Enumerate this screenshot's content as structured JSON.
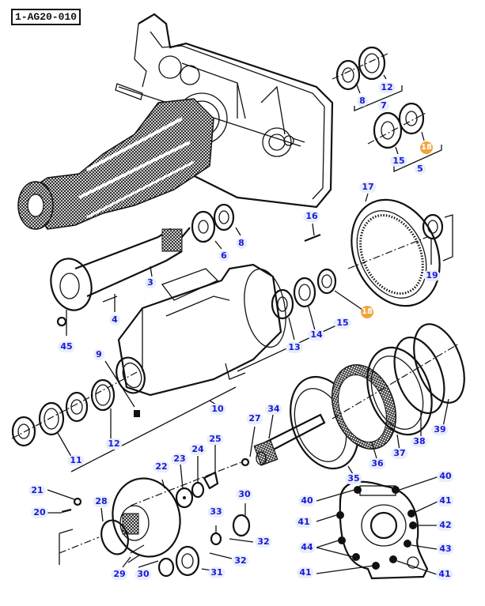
{
  "diagram": {
    "reference_code": "1-AG20-010",
    "accent_color": "#1a1ad6",
    "highlight_color": "#f0a43a",
    "callouts": [
      {
        "id": "c-12a",
        "label": "12",
        "highlight": false
      },
      {
        "id": "c-8a",
        "label": "8",
        "highlight": false
      },
      {
        "id": "c-7",
        "label": "7",
        "highlight": false
      },
      {
        "id": "c-18a",
        "label": "18",
        "highlight": true
      },
      {
        "id": "c-15a",
        "label": "15",
        "highlight": false
      },
      {
        "id": "c-5",
        "label": "5",
        "highlight": false
      },
      {
        "id": "c-17",
        "label": "17",
        "highlight": false
      },
      {
        "id": "c-16",
        "label": "16",
        "highlight": false
      },
      {
        "id": "c-19",
        "label": "19",
        "highlight": false
      },
      {
        "id": "c-8b",
        "label": "8",
        "highlight": false
      },
      {
        "id": "c-6",
        "label": "6",
        "highlight": false
      },
      {
        "id": "c-3",
        "label": "3",
        "highlight": false
      },
      {
        "id": "c-4",
        "label": "4",
        "highlight": false
      },
      {
        "id": "c-45",
        "label": "45",
        "highlight": false
      },
      {
        "id": "c-18b",
        "label": "18",
        "highlight": true
      },
      {
        "id": "c-15b",
        "label": "15",
        "highlight": false
      },
      {
        "id": "c-14",
        "label": "14",
        "highlight": false
      },
      {
        "id": "c-13",
        "label": "13",
        "highlight": false
      },
      {
        "id": "c-9",
        "label": "9",
        "highlight": false
      },
      {
        "id": "c-10",
        "label": "10",
        "highlight": false
      },
      {
        "id": "c-12b",
        "label": "12",
        "highlight": false
      },
      {
        "id": "c-11",
        "label": "11",
        "highlight": false
      },
      {
        "id": "c-34",
        "label": "34",
        "highlight": false
      },
      {
        "id": "c-27",
        "label": "27",
        "highlight": false
      },
      {
        "id": "c-35",
        "label": "35",
        "highlight": false
      },
      {
        "id": "c-36",
        "label": "36",
        "highlight": false
      },
      {
        "id": "c-37",
        "label": "37",
        "highlight": false
      },
      {
        "id": "c-38",
        "label": "38",
        "highlight": false
      },
      {
        "id": "c-39",
        "label": "39",
        "highlight": false
      },
      {
        "id": "c-25",
        "label": "25",
        "highlight": false
      },
      {
        "id": "c-24",
        "label": "24",
        "highlight": false
      },
      {
        "id": "c-23",
        "label": "23",
        "highlight": false
      },
      {
        "id": "c-22",
        "label": "22",
        "highlight": false
      },
      {
        "id": "c-21",
        "label": "21",
        "highlight": false
      },
      {
        "id": "c-20",
        "label": "20",
        "highlight": false
      },
      {
        "id": "c-28",
        "label": "28",
        "highlight": false
      },
      {
        "id": "c-30a",
        "label": "30",
        "highlight": false
      },
      {
        "id": "c-33",
        "label": "33",
        "highlight": false
      },
      {
        "id": "c-32a",
        "label": "32",
        "highlight": false
      },
      {
        "id": "c-32b",
        "label": "32",
        "highlight": false
      },
      {
        "id": "c-29",
        "label": "29",
        "highlight": false
      },
      {
        "id": "c-30b",
        "label": "30",
        "highlight": false
      },
      {
        "id": "c-31",
        "label": "31",
        "highlight": false
      },
      {
        "id": "c-40a",
        "label": "40",
        "highlight": false
      },
      {
        "id": "c-40b",
        "label": "40",
        "highlight": false
      },
      {
        "id": "c-41a",
        "label": "41",
        "highlight": false
      },
      {
        "id": "c-41b",
        "label": "41",
        "highlight": false
      },
      {
        "id": "c-42",
        "label": "42",
        "highlight": false
      },
      {
        "id": "c-43",
        "label": "43",
        "highlight": false
      },
      {
        "id": "c-44",
        "label": "44",
        "highlight": false
      },
      {
        "id": "c-41c",
        "label": "41",
        "highlight": false
      },
      {
        "id": "c-41d",
        "label": "41",
        "highlight": false
      }
    ]
  }
}
